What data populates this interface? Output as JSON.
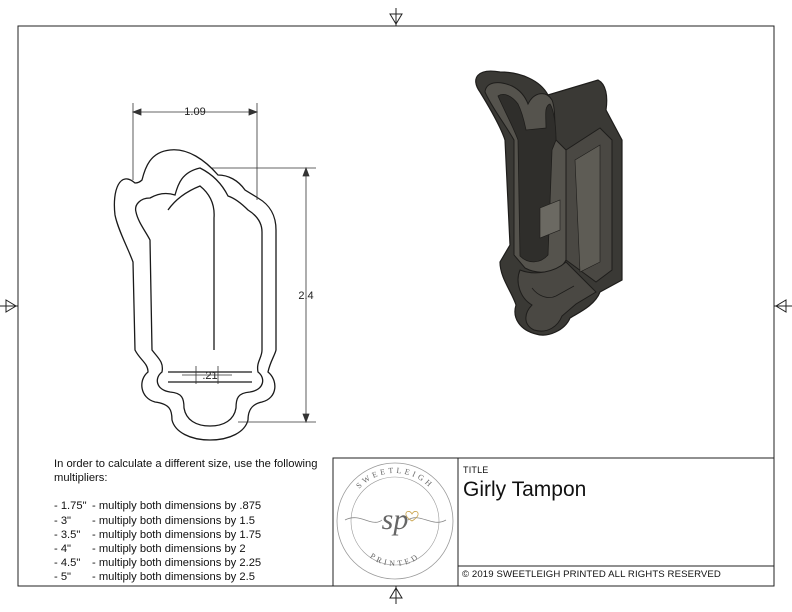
{
  "dimensions": {
    "width": "1.09",
    "height": "2.4",
    "neck": ".21"
  },
  "notes": {
    "intro": "In order to calculate a different size, use the following multipliers:",
    "rows": [
      {
        "size": "- 1.75\"",
        "text": "- multiply both dimensions by .875"
      },
      {
        "size": "- 3\"",
        "text": "- multiply both dimensions by 1.5"
      },
      {
        "size": "- 3.5\"",
        "text": "- multiply both dimensions by 1.75"
      },
      {
        "size": "- 4\"",
        "text": "- multiply both dimensions by 2"
      },
      {
        "size": "- 4.5\"",
        "text": "- multiply both dimensions by 2.25"
      },
      {
        "size": "- 5\"",
        "text": "- multiply both dimensions by 2.5"
      }
    ]
  },
  "title_block": {
    "label": "TITLE",
    "title": "Girly Tampon",
    "copyright": "© 2019  SWEETLEIGH PRINTED  ALL RIGHTS RESERVED"
  },
  "logo": {
    "top_text": "SWEETLEIGH",
    "bottom_text": "PRINTED",
    "monogram": "sp"
  },
  "colors": {
    "line": "#1a1a1a",
    "model_body": "#4a4843",
    "model_dark": "#2f2e2b",
    "model_light": "#6b6962"
  }
}
